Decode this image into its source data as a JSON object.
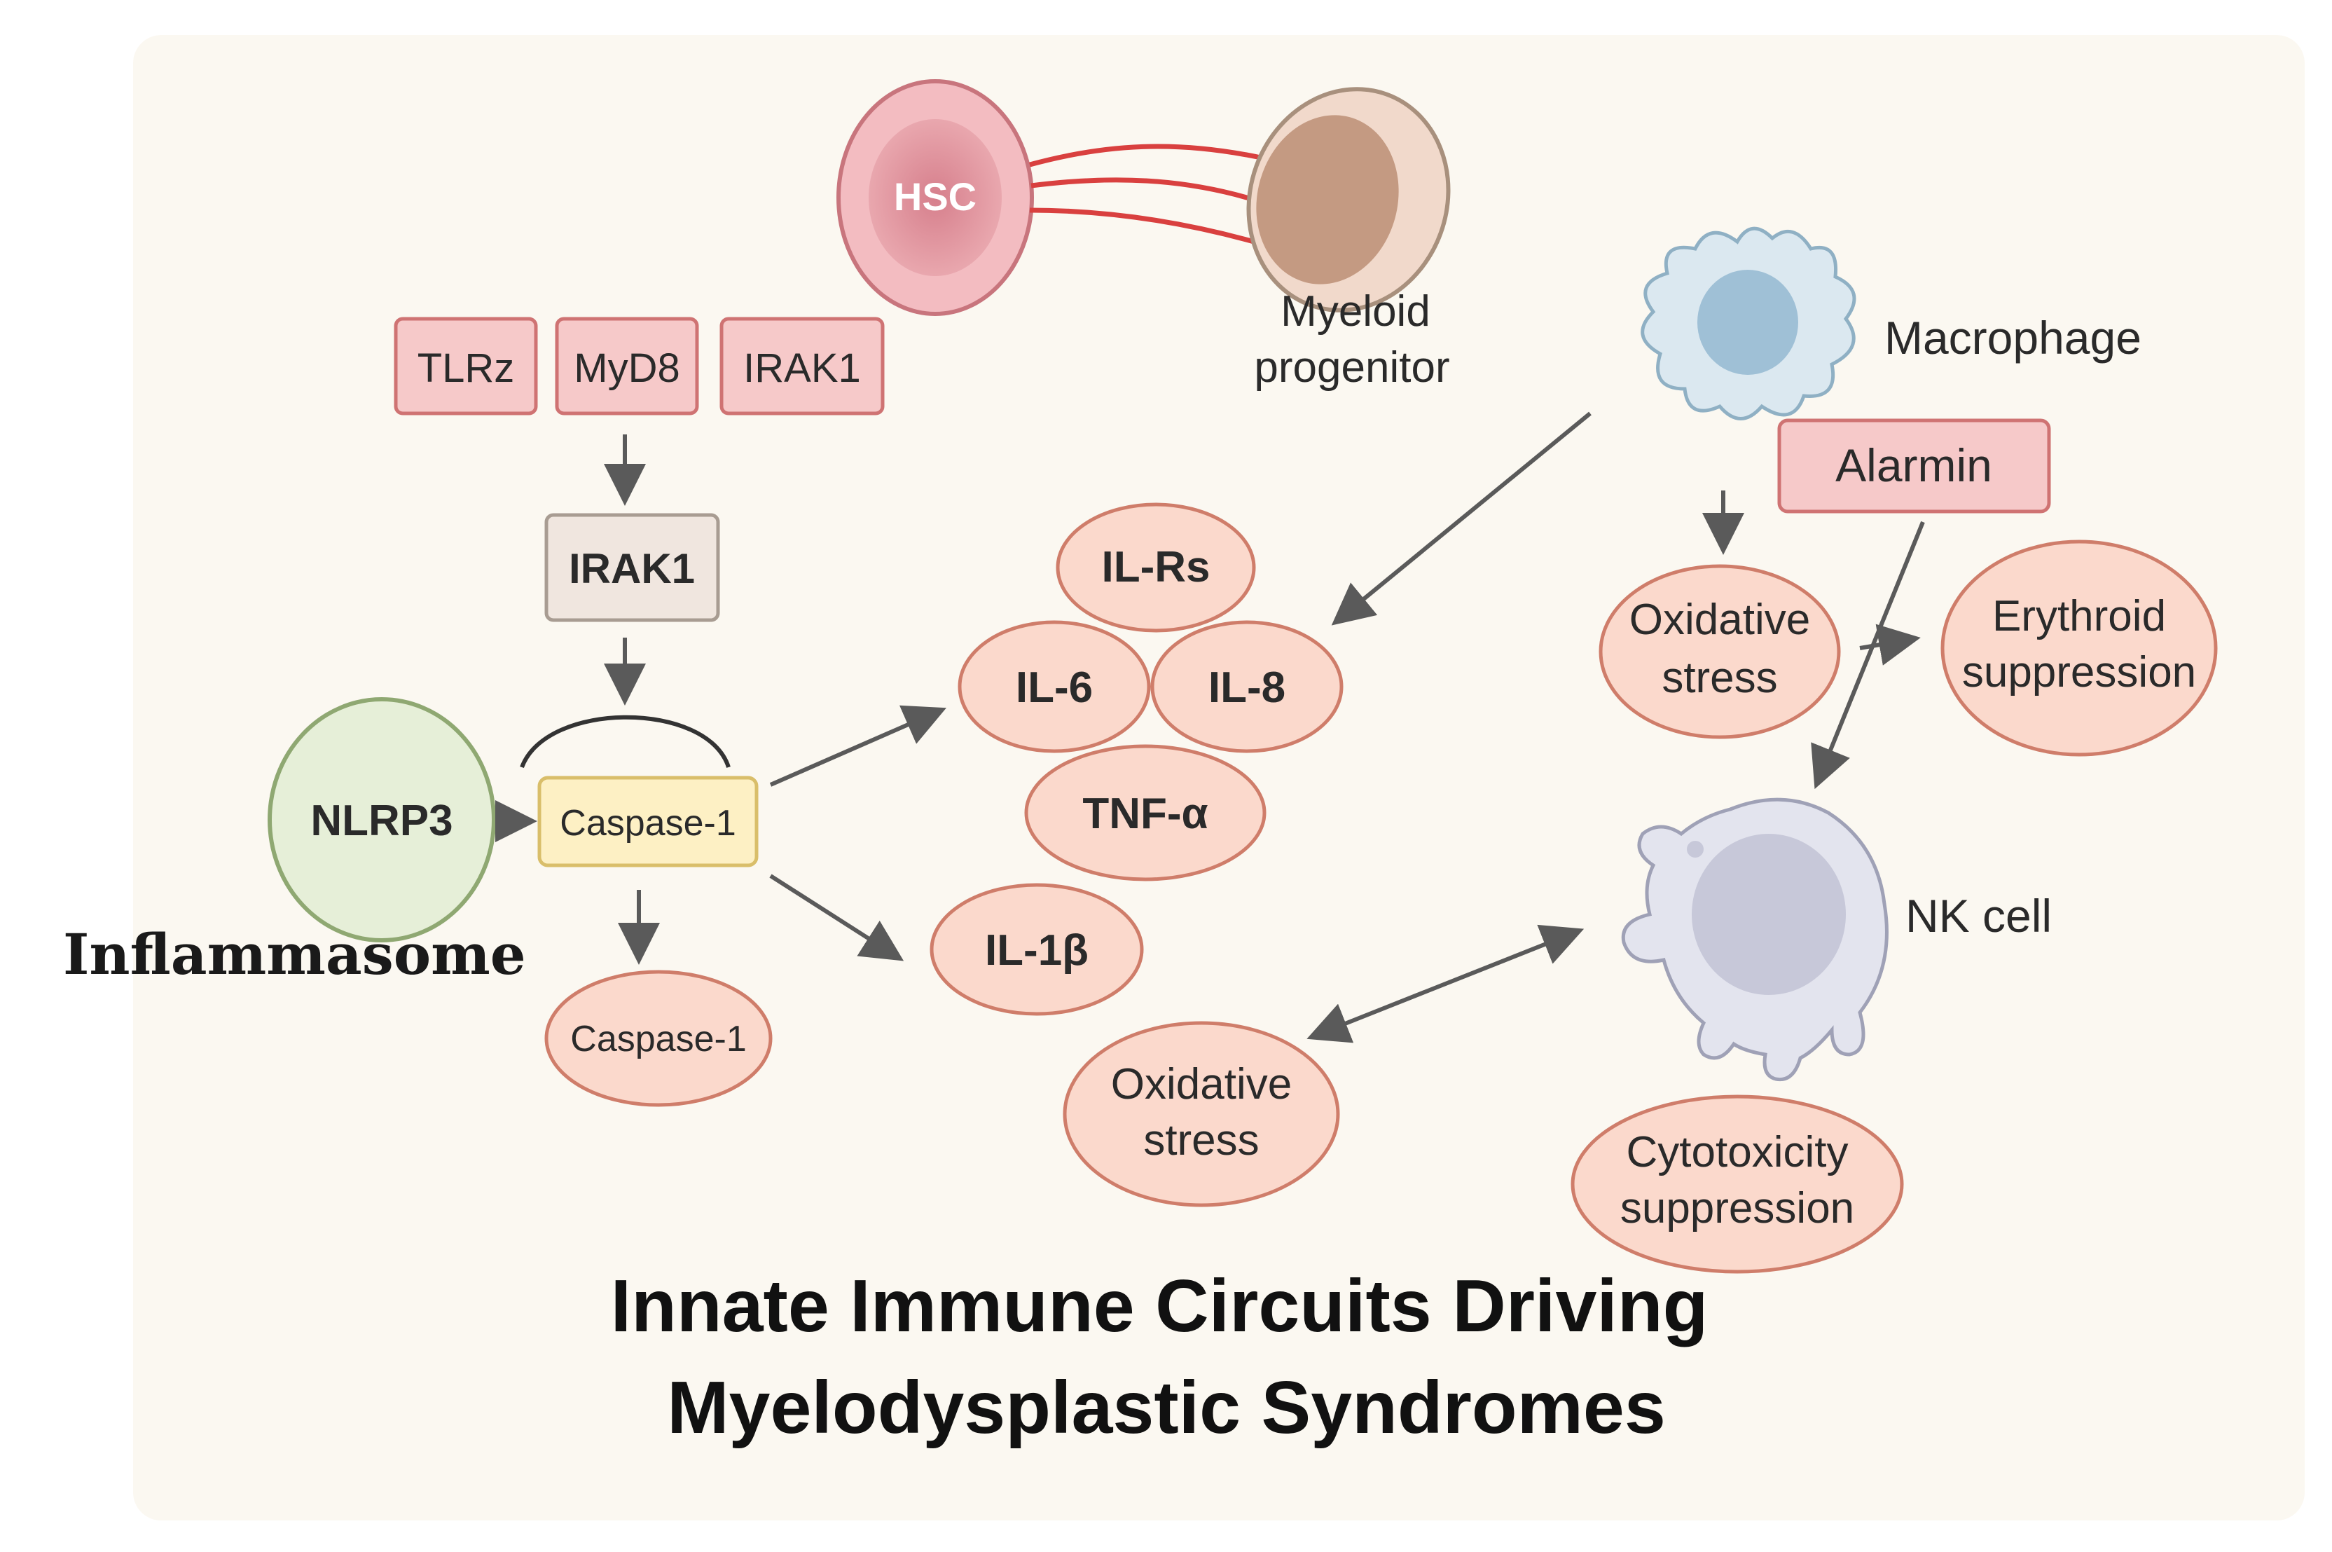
{
  "colors": {
    "background": "#fbf8f1",
    "pink_box_fill": "#f6c9c9",
    "pink_box_stroke": "#cf7373",
    "oval_fill": "#fbd9cc",
    "oval_stroke": "#cf7d6a",
    "caspase_fill": "#fdf0c4",
    "caspase_stroke": "#d9be6a",
    "nlrp3_fill": "#e6efd8",
    "nlrp3_stroke": "#8fa872",
    "irak_box_fill": "#f0e6df",
    "macrophage_fill": "#dbe8f0",
    "nk_fill": "#e3e4ee",
    "link_red": "#d9403f",
    "arrow": "#5a5a5a"
  },
  "cells": {
    "hsc": "HSC",
    "myeloid_line1": "Myeloid",
    "myeloid_line2": "progenitor",
    "macrophage": "Macrophage",
    "nk": "NK cell"
  },
  "receptors": [
    "TLRz",
    "MyD8",
    "IRAK1"
  ],
  "irak_box": "IRAK1",
  "nlrp3": "NLRP3",
  "inflammasome": "Inflammasome",
  "caspase_box": "Caspase-1",
  "caspase_oval": "Caspase-1",
  "cytokines": {
    "il_rs": "IL-Rs",
    "il_6": "IL-6",
    "il_8": "IL-8",
    "tnf": "TNF-α",
    "il_1b": "IL-1β"
  },
  "alarmin": "Alarmin",
  "oxidative_right": {
    "line1": "Oxidative",
    "line2": "stress"
  },
  "erythroid": {
    "line1": "Erythroid",
    "line2": "suppression"
  },
  "oxidative_center": {
    "line1": "Oxidative",
    "line2": "stress"
  },
  "cytotoxicity": {
    "line1": "Cytotoxicity",
    "line2": "suppression"
  },
  "title": {
    "line1": "Innate Immune Circuits Driving",
    "line2": "Myelodysplastic Syndromes"
  }
}
